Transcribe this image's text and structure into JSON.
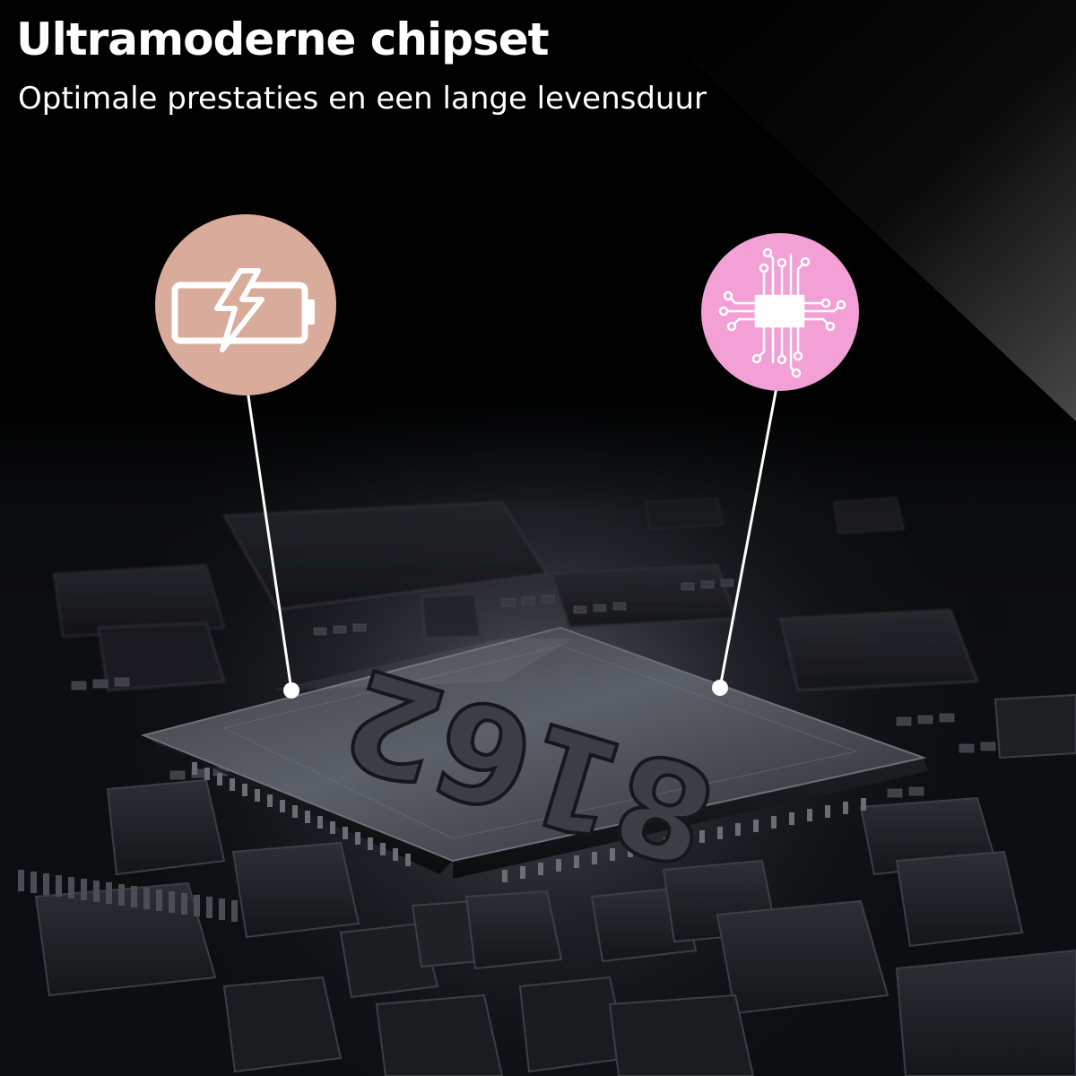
{
  "header": {
    "title": "Ultramoderne chipset",
    "subtitle": "Optimale prestaties en een lange levensduur"
  },
  "chip": {
    "model": "8162"
  },
  "callouts": [
    {
      "icon": "battery-charging-icon",
      "color": "#d9ab9a"
    },
    {
      "icon": "processor-circuit-icon",
      "color": "#f2a0d6"
    }
  ],
  "colors": {
    "background": "#000000",
    "text": "#ffffff",
    "connector": "#ffffff"
  }
}
